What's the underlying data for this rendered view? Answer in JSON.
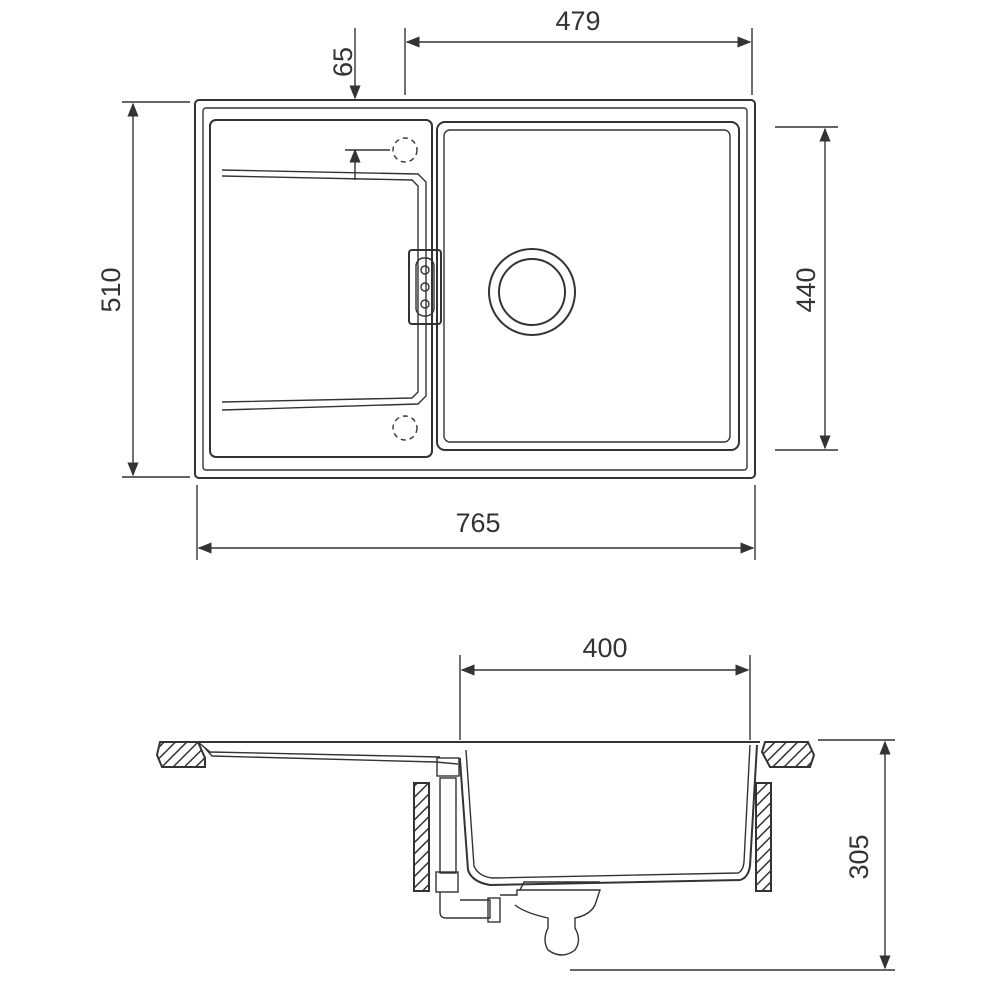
{
  "dimensions": {
    "bowl_width": "479",
    "tap_hole_offset": "65",
    "overall_depth": "510",
    "bowl_length": "440",
    "overall_width": "765",
    "bowl_inner_width": "400",
    "bowl_depth": "305"
  }
}
